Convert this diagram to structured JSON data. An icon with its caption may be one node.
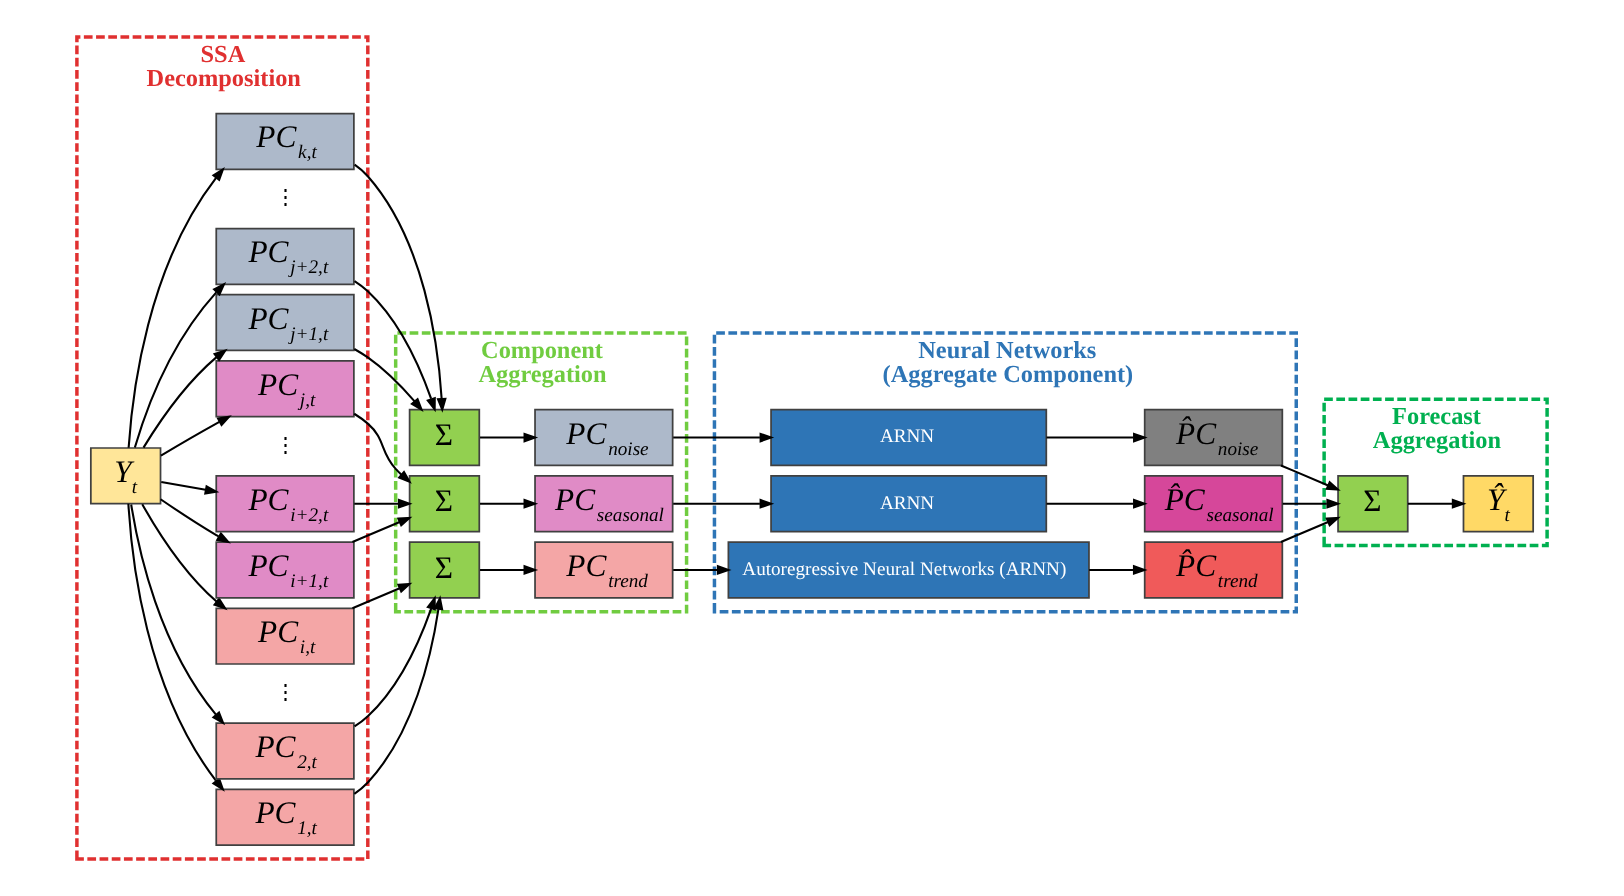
{
  "diagram": {
    "nodes": [
      {
        "text": [
          "SSA Decomposition"
        ]
      },
      {
        "text": [
          "Y$_{t}$"
        ],
        "in": 0
      },
      {
        "text": [
          "PC$_{1,t}$"
        ],
        "in": 0
      },
      {
        "text": [
          "PC$_{2,t}$"
        ],
        "in": 0
      },
      {
        "text": [
          "PC$_{i,t}$"
        ],
        "in": 0
      },
      {
        "text": [
          "PC$_{i+1,t}$"
        ],
        "in": 0
      },
      {
        "text": [
          "PC$_{i+2,t}$"
        ],
        "in": 0
      },
      {
        "text": [
          "PC$_{j,t}$"
        ],
        "in": 0
      },
      {
        "text": [
          "PC$_{j+1,t}$"
        ],
        "in": 0
      },
      {
        "text": [
          "PC$_{j+2,t}$"
        ],
        "in": 0
      },
      {
        "text": [
          "PC$_{k,t}$"
        ],
        "in": 0
      },
      {
        "text": [
          "Component Aggregation"
        ]
      },
      {
        "text": [
          "Σ"
        ],
        "in": 11
      },
      {
        "text": [
          "PC$_{trend}$"
        ],
        "in": 11
      },
      {
        "text": [
          "Σ"
        ],
        "in": 11
      },
      {
        "text": [
          "PC$_{seasonal}$"
        ],
        "in": 11
      },
      {
        "text": [
          "Σ"
        ],
        "in": 11
      },
      {
        "text": [
          "PC$_{noise}$"
        ],
        "in": 11
      },
      {
        "text": [
          "Neural Networks (Aggregate Component)"
        ]
      },
      {
        "text": [
          "Autoregressive Neural Networks (ARNN)"
        ],
        "in": 18
      },
      {
        "text": [
          "P̂C$_{trend}$"
        ],
        "in": 18
      },
      {
        "text": [
          "ARNN"
        ],
        "in": 18
      },
      {
        "text": [
          "P̂C$_{seasonal}$"
        ],
        "in": 18
      },
      {
        "text": [
          "ARNN"
        ],
        "in": 18
      },
      {
        "text": [
          "P̂C$_{noise}$"
        ],
        "in": 18
      },
      {
        "text": [
          "Forecast Aggregation"
        ]
      },
      {
        "text": [
          "Σ"
        ],
        "in": 25
      },
      {
        "text": [
          "Ŷ$_{t}$"
        ],
        "in": 25
      }
    ],
    "edges": [
      {
        "from": 1,
        "to": 2,
        "arrow": "to"
      },
      {
        "from": 1,
        "to": 3,
        "arrow": "to"
      },
      {
        "from": 1,
        "to": 4,
        "arrow": "to"
      },
      {
        "from": 1,
        "to": 5,
        "arrow": "to"
      },
      {
        "from": 1,
        "to": 6,
        "arrow": "to"
      },
      {
        "from": 1,
        "to": 7,
        "arrow": "to"
      },
      {
        "from": 1,
        "to": 8,
        "arrow": "to"
      },
      {
        "from": 1,
        "to": 9,
        "arrow": "to"
      },
      {
        "from": 1,
        "to": 10,
        "arrow": "to"
      },
      {
        "from": 2,
        "to": 12,
        "arrow": "to"
      },
      {
        "from": 3,
        "to": 12,
        "arrow": "to"
      },
      {
        "from": 4,
        "to": 12,
        "arrow": "to"
      },
      {
        "from": 5,
        "to": 14,
        "arrow": "to"
      },
      {
        "from": 6,
        "to": 14,
        "arrow": "to"
      },
      {
        "from": 7,
        "to": 14,
        "arrow": "to"
      },
      {
        "from": 8,
        "to": 16,
        "arrow": "to"
      },
      {
        "from": 9,
        "to": 16,
        "arrow": "to"
      },
      {
        "from": 10,
        "to": 16,
        "arrow": "to"
      },
      {
        "from": 12,
        "to": 13,
        "arrow": "to"
      },
      {
        "from": 14,
        "to": 15,
        "arrow": "to"
      },
      {
        "from": 16,
        "to": 17,
        "arrow": "to"
      },
      {
        "from": 13,
        "to": 19,
        "arrow": "to"
      },
      {
        "from": 15,
        "to": 21,
        "arrow": "to"
      },
      {
        "from": 17,
        "to": 23,
        "arrow": "to"
      },
      {
        "from": 19,
        "to": 20,
        "arrow": "to"
      },
      {
        "from": 21,
        "to": 22,
        "arrow": "to"
      },
      {
        "from": 23,
        "to": 24,
        "arrow": "to"
      },
      {
        "from": 20,
        "to": 26,
        "arrow": "to"
      },
      {
        "from": 22,
        "to": 26,
        "arrow": "to"
      },
      {
        "from": 24,
        "to": 26,
        "arrow": "to"
      },
      {
        "from": 26,
        "to": 27,
        "arrow": "to"
      }
    ],
    "labels": [
      "⋮",
      "⋮",
      "⋮"
    ]
  }
}
